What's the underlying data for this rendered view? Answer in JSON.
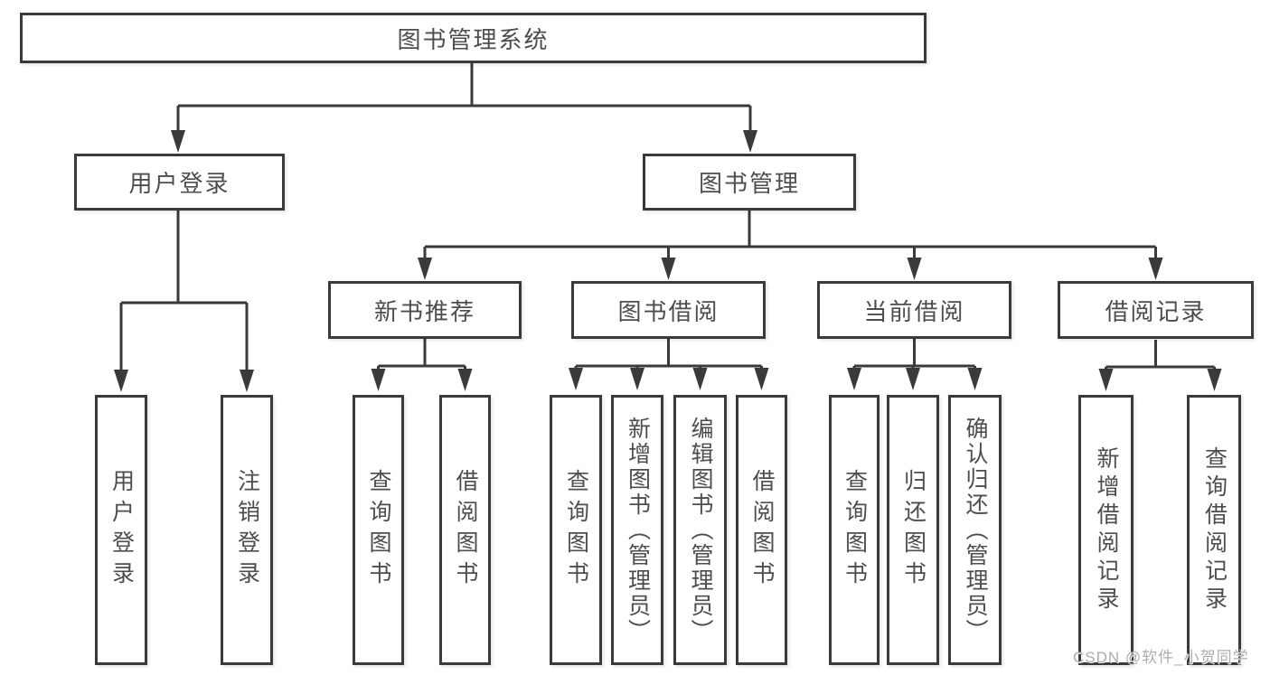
{
  "tree": {
    "label": "图书管理系统",
    "children": [
      {
        "label": "用户登录",
        "children": [
          {
            "label": "用户登录"
          },
          {
            "label": "注销登录"
          }
        ]
      },
      {
        "label": "图书管理",
        "children": [
          {
            "label": "新书推荐",
            "children": [
              {
                "label": "查询图书"
              },
              {
                "label": "借阅图书"
              }
            ]
          },
          {
            "label": "图书借阅",
            "children": [
              {
                "label": "查询图书"
              },
              {
                "label": "新增图书（管理员）"
              },
              {
                "label": "编辑图书（管理员）"
              },
              {
                "label": "借阅图书"
              }
            ]
          },
          {
            "label": "当前借阅",
            "children": [
              {
                "label": "查询图书"
              },
              {
                "label": "归还图书"
              },
              {
                "label": "确认归还（管理员）"
              }
            ]
          },
          {
            "label": "借阅记录",
            "children": [
              {
                "label": "新增借阅记录"
              },
              {
                "label": "查询借阅记录"
              }
            ]
          }
        ]
      }
    ]
  },
  "watermark": "CSDN @软件_小贺同学",
  "colors": {
    "line": "#3a3a3a",
    "text": "#4d4d4d",
    "watermark": "#adadad",
    "background": "#ffffff"
  }
}
